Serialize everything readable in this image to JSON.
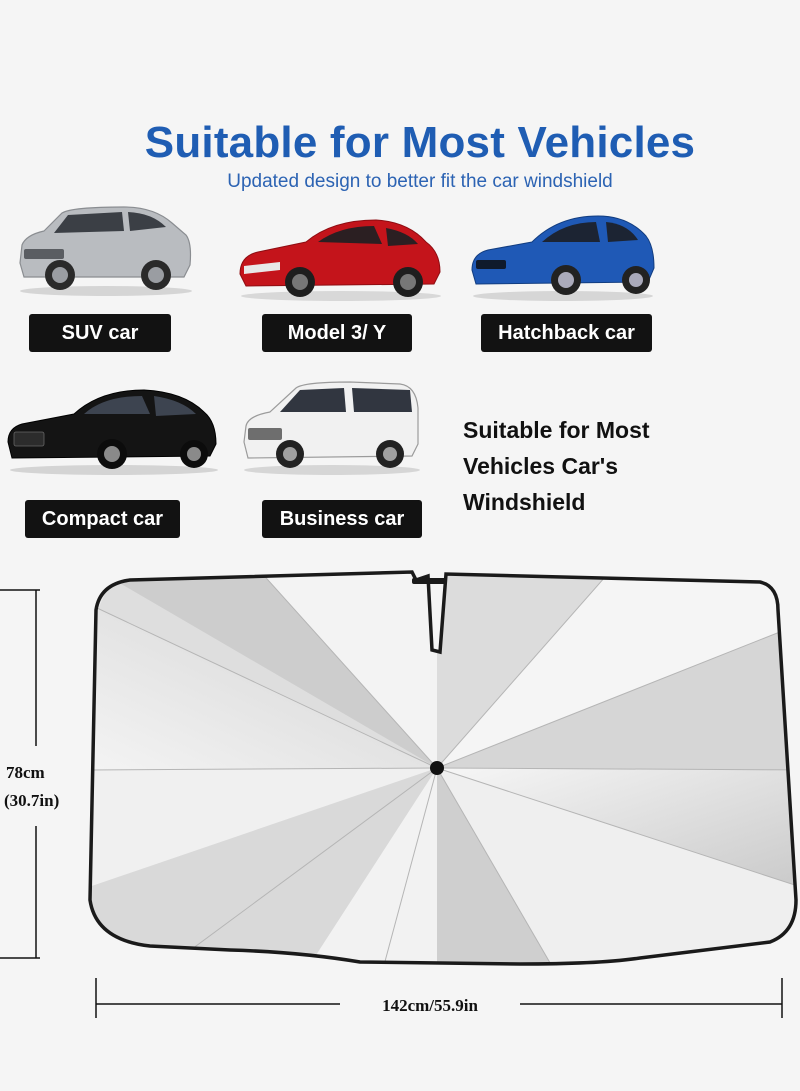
{
  "header": {
    "title": "Suitable for Most Vehicles",
    "subtitle": "Updated design to better fit the car windshield"
  },
  "vehicles": [
    {
      "label": "SUV car",
      "color": "#b9bcc0"
    },
    {
      "label": "Model 3/ Y",
      "color": "#c4141b"
    },
    {
      "label": "Hatchback car",
      "color": "#1f59b6"
    },
    {
      "label": "Compact car",
      "color": "#141414"
    },
    {
      "label": "Business car",
      "color": "#f1f1f1"
    }
  ],
  "side_text": {
    "line1": "Suitable for Most",
    "line2": "Vehicles Car's",
    "line3": "Windshield"
  },
  "dimensions": {
    "height_cm": "78cm",
    "height_in": "(30.7in)",
    "width": "142cm/55.9in"
  }
}
